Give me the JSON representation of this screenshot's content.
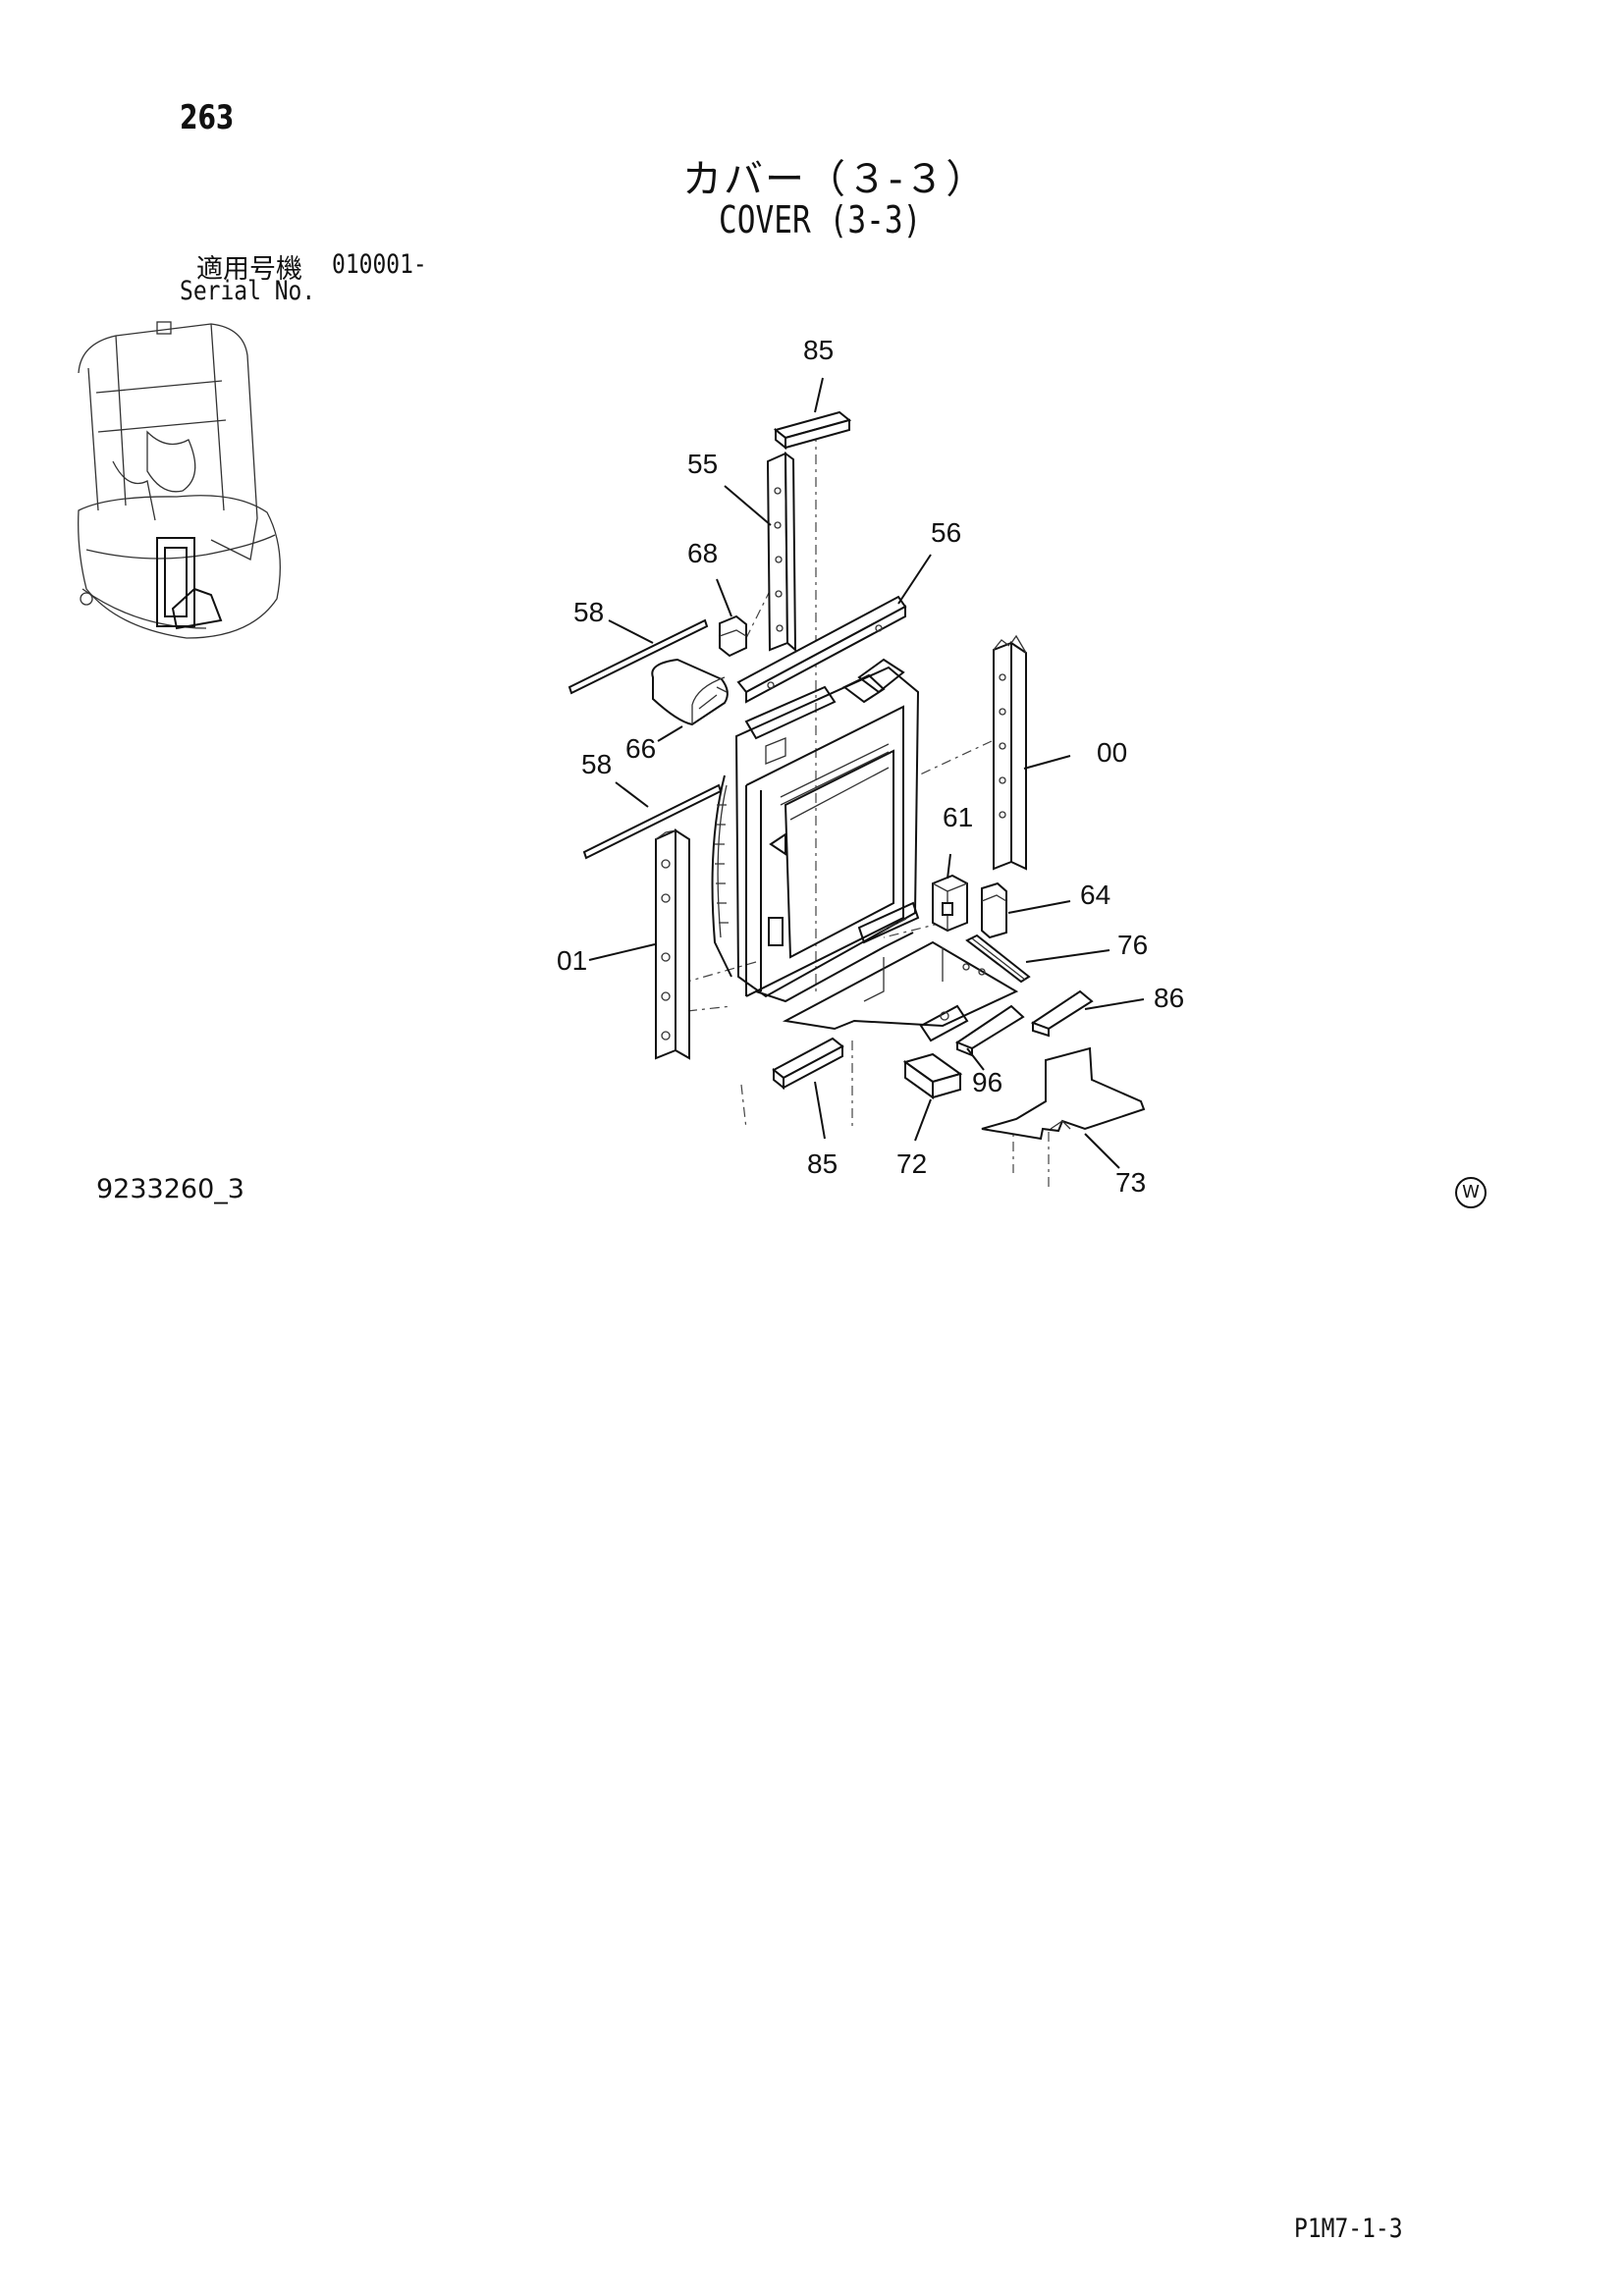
{
  "page_number": "263",
  "title_jp": "カバー（３-３）",
  "title_en": "COVER (3-3)",
  "serial": {
    "label_jp": "適用号機",
    "value": "010001-",
    "label_en": "Serial No."
  },
  "diagram_code": "9233260_3",
  "watermark": "W",
  "page_code": "P1M7-1-3",
  "callouts": [
    {
      "id": "c85a",
      "label": "85"
    },
    {
      "id": "c55",
      "label": "55"
    },
    {
      "id": "c68",
      "label": "68"
    },
    {
      "id": "c56",
      "label": "56"
    },
    {
      "id": "c58a",
      "label": "58"
    },
    {
      "id": "c66",
      "label": "66"
    },
    {
      "id": "c58b",
      "label": "58"
    },
    {
      "id": "c00",
      "label": "00"
    },
    {
      "id": "c61",
      "label": "61"
    },
    {
      "id": "c64",
      "label": "64"
    },
    {
      "id": "c01",
      "label": "01"
    },
    {
      "id": "c76",
      "label": "76"
    },
    {
      "id": "c86",
      "label": "86"
    },
    {
      "id": "c96",
      "label": "96"
    },
    {
      "id": "c85b",
      "label": "85"
    },
    {
      "id": "c72",
      "label": "72"
    },
    {
      "id": "c73",
      "label": "73"
    }
  ]
}
